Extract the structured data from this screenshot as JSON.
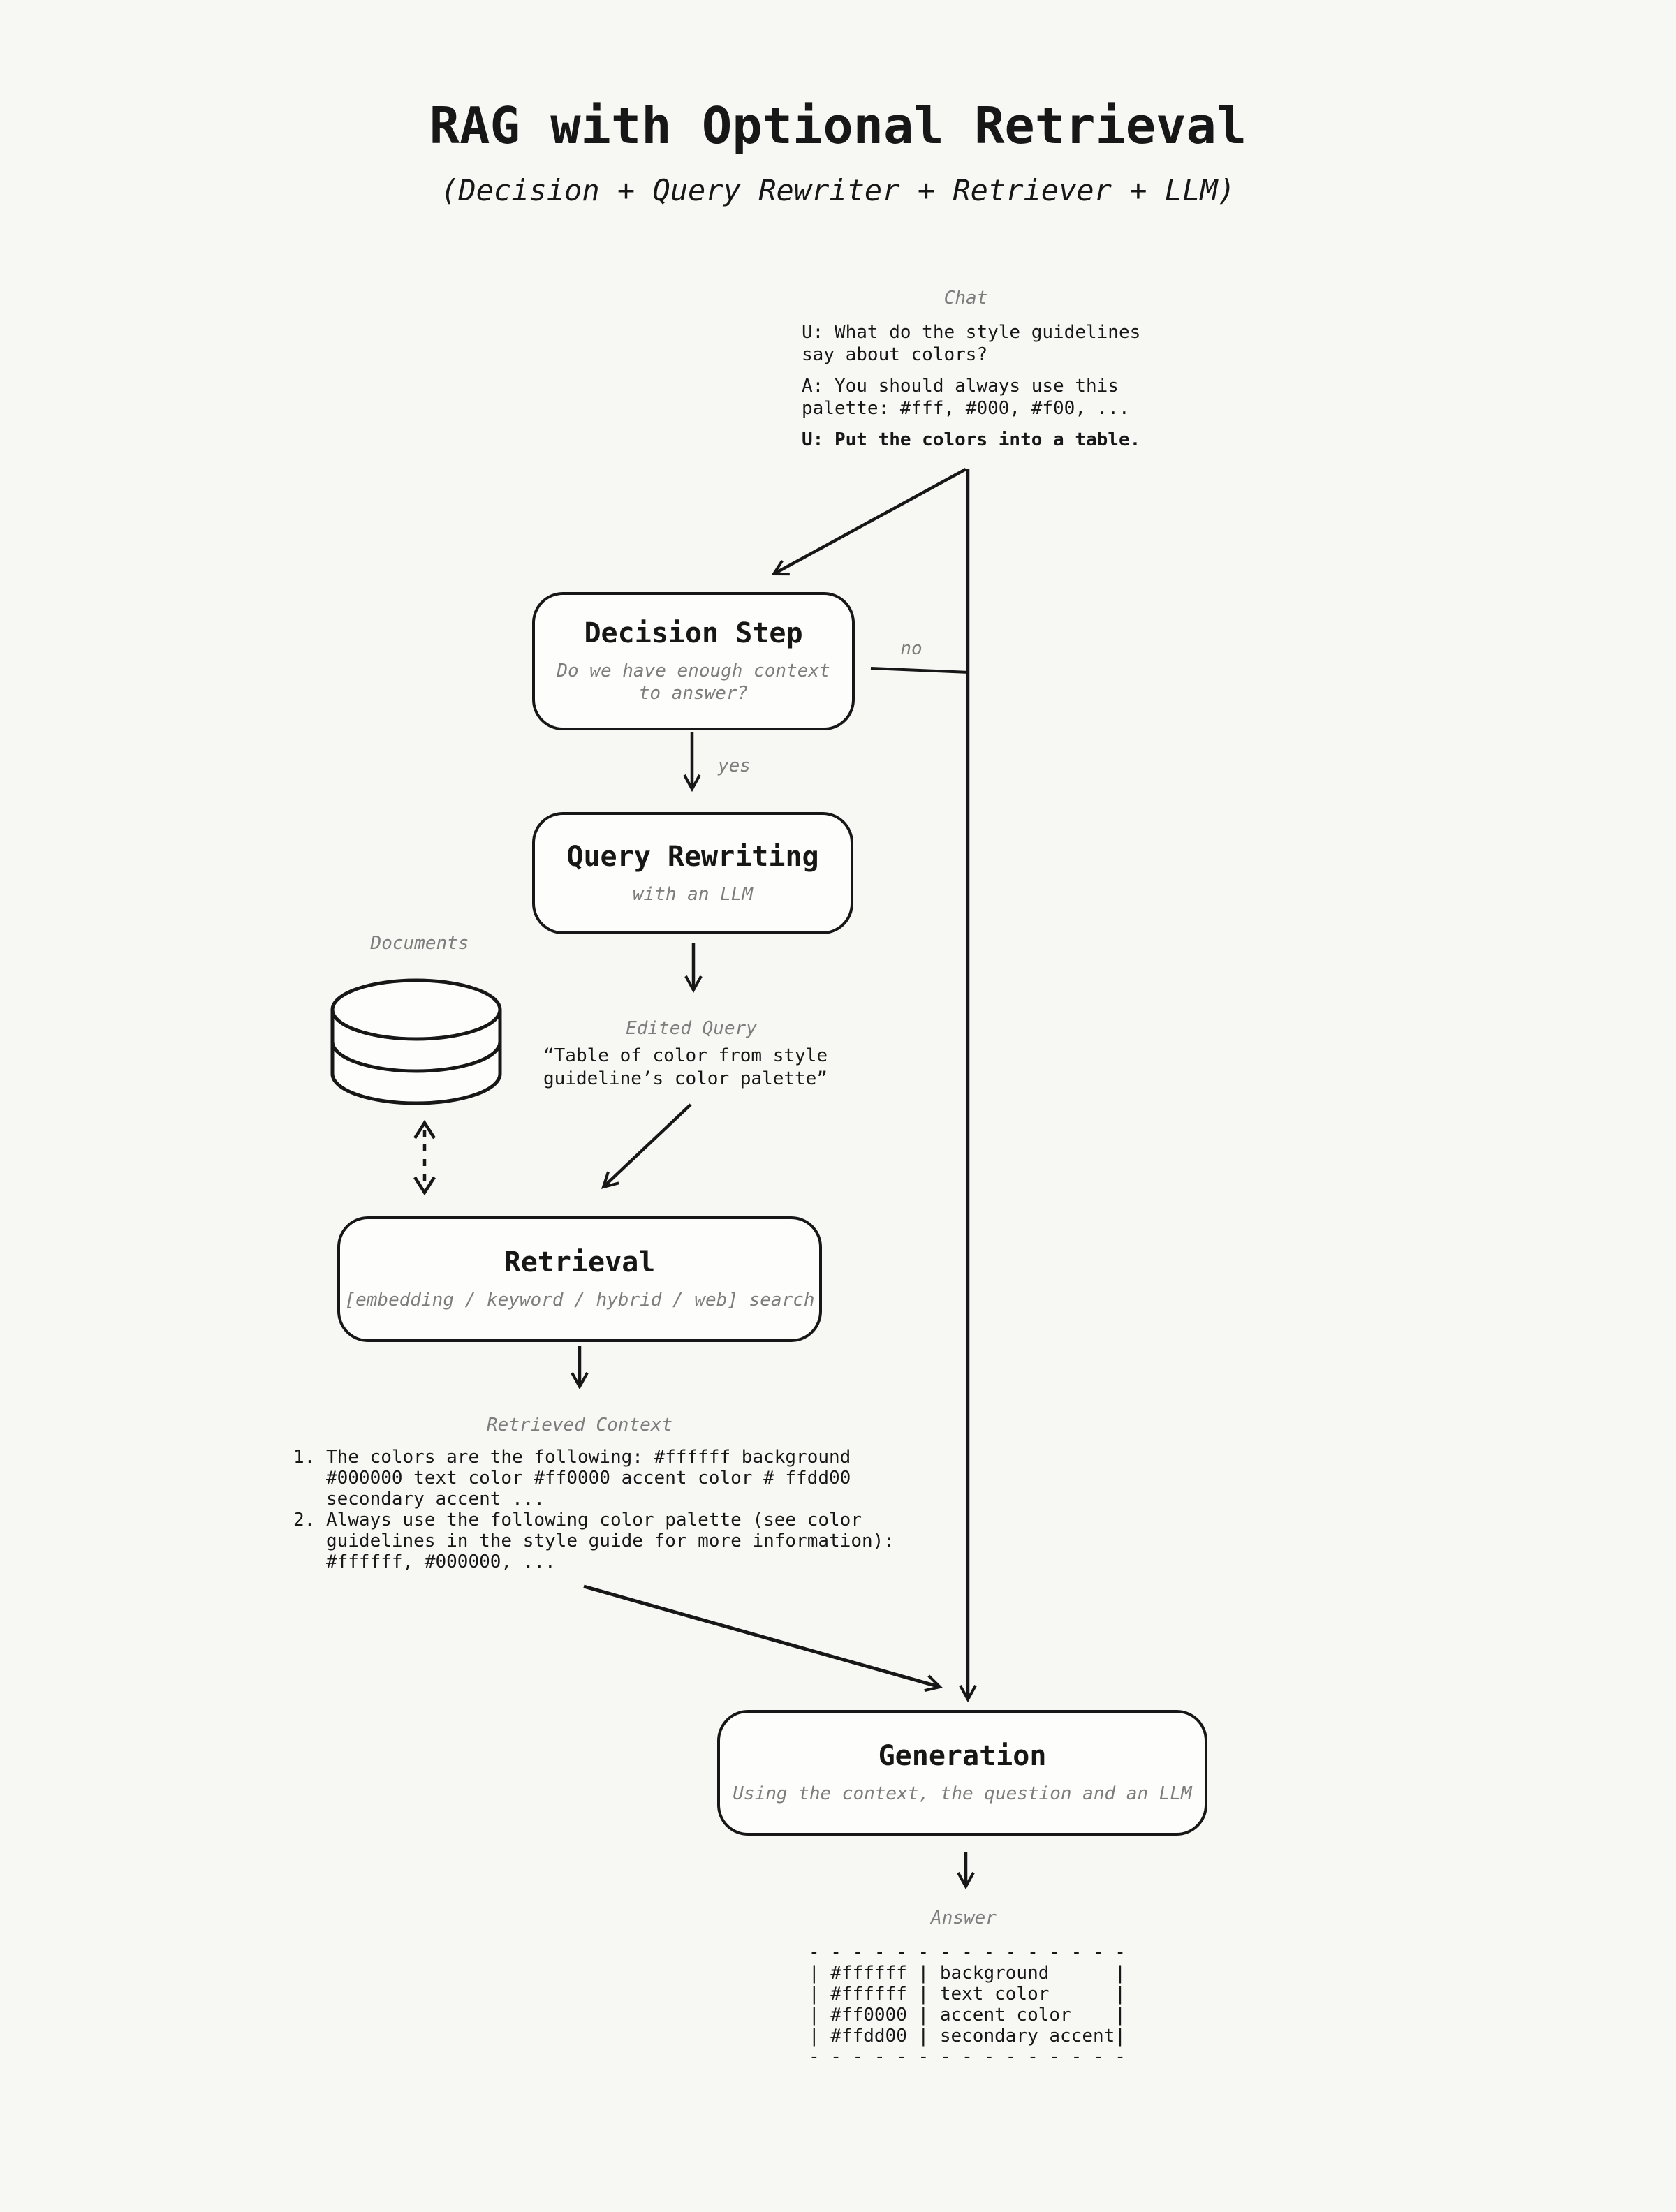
{
  "colors": {
    "background": "#f7f7f4",
    "node_fill": "#fdfdfb",
    "ink": "#171717",
    "muted_text": "#7d7d7d"
  },
  "header": {
    "title": "RAG with Optional Retrieval",
    "subtitle": "(Decision + Query Rewriter + Retriever + LLM)"
  },
  "chat": {
    "label": "Chat",
    "user_message_1": "U: What do the style guidelines\nsay about colors?",
    "assistant_message": "A: You should always use this\npalette: #fff, #000, #f00, ...",
    "user_message_2": "U: Put the colors into a table."
  },
  "decision_step": {
    "title": "Decision Step",
    "subtitle": "Do we have enough context\nto answer?",
    "no_label": "no",
    "yes_label": "yes"
  },
  "query_rewriting": {
    "title": "Query Rewriting",
    "subtitle": "with an LLM"
  },
  "documents": {
    "label": "Documents",
    "icon": "database-icon"
  },
  "edited_query": {
    "label": "Edited Query",
    "text": "“Table of color from style\nguideline’s color palette”"
  },
  "retrieval": {
    "title": "Retrieval",
    "subtitle": "[embedding / keyword / hybrid / web] search"
  },
  "retrieved_context": {
    "label": "Retrieved Context",
    "item_1": "1. The colors are the following: #ffffff background\n   #000000 text color #ff0000 accent color # ffdd00\n   secondary accent ...",
    "item_2": "2. Always use the following color palette (see color\n   guidelines in the style guide for more information):\n   #ffffff, #000000, ..."
  },
  "generation": {
    "title": "Generation",
    "subtitle": "Using the context, the question and an LLM"
  },
  "answer": {
    "label": "Answer",
    "table_text": "- - - - - - - - - - - - - - -\n| #ffffff | background      |\n| #ffffff | text color      |\n| #ff0000 | accent color    |\n| #ffdd00 | secondary accent|\n- - - - - - - - - - - - - - -",
    "rows": [
      {
        "hex": "#ffffff",
        "role": "background"
      },
      {
        "hex": "#ffffff",
        "role": "text color"
      },
      {
        "hex": "#ff0000",
        "role": "accent color"
      },
      {
        "hex": "#ffdd00",
        "role": "secondary accent"
      }
    ]
  }
}
